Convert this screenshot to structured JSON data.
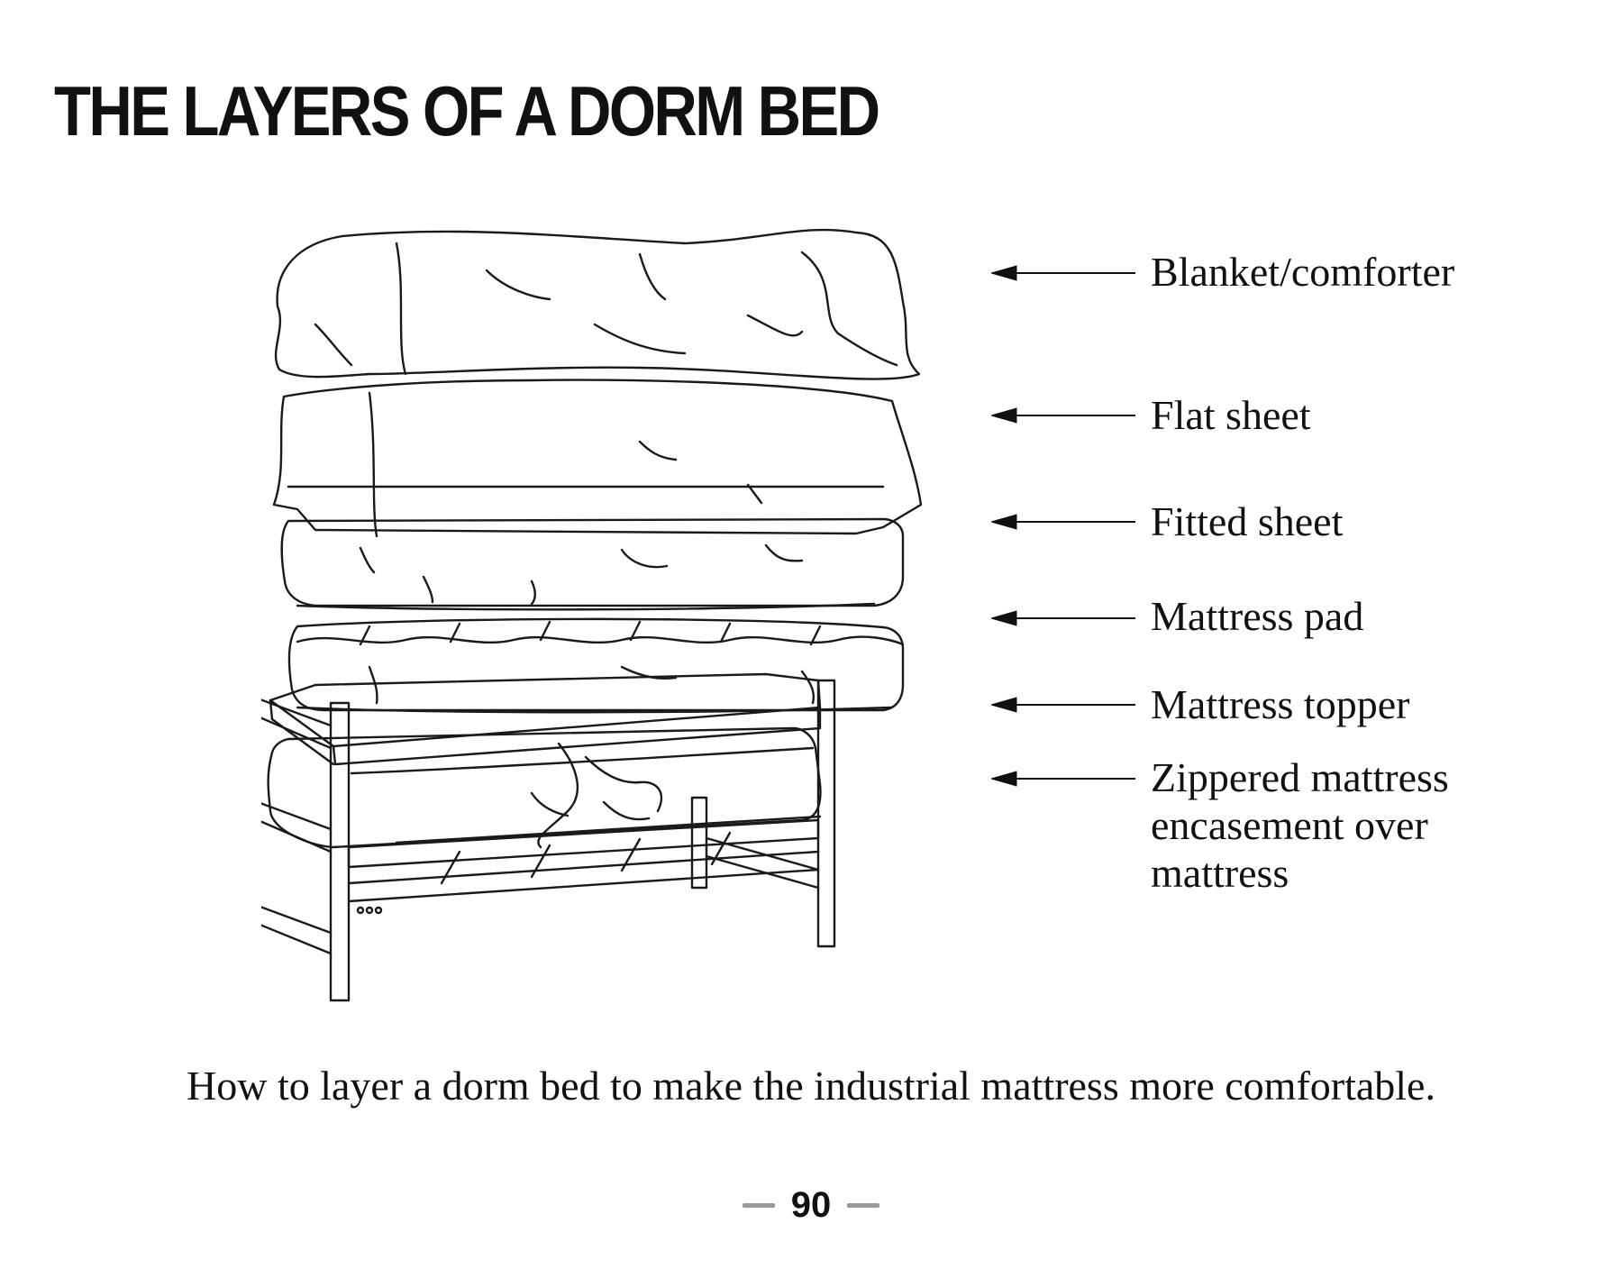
{
  "title": "THE LAYERS OF A DORM BED",
  "labels": [
    {
      "id": "blanket",
      "text": "Blanket/comforter"
    },
    {
      "id": "flat-sheet",
      "text": "Flat sheet"
    },
    {
      "id": "fitted-sheet",
      "text": "Fitted sheet"
    },
    {
      "id": "mattress-pad",
      "text": "Mattress pad"
    },
    {
      "id": "mattress-topper",
      "text": "Mattress topper"
    },
    {
      "id": "encasement",
      "text": "Zippered mattress\nencasement over\nmattress"
    }
  ],
  "caption": "How to layer a dorm bed to make the industrial mattress more comfortable.",
  "page_number": "90"
}
